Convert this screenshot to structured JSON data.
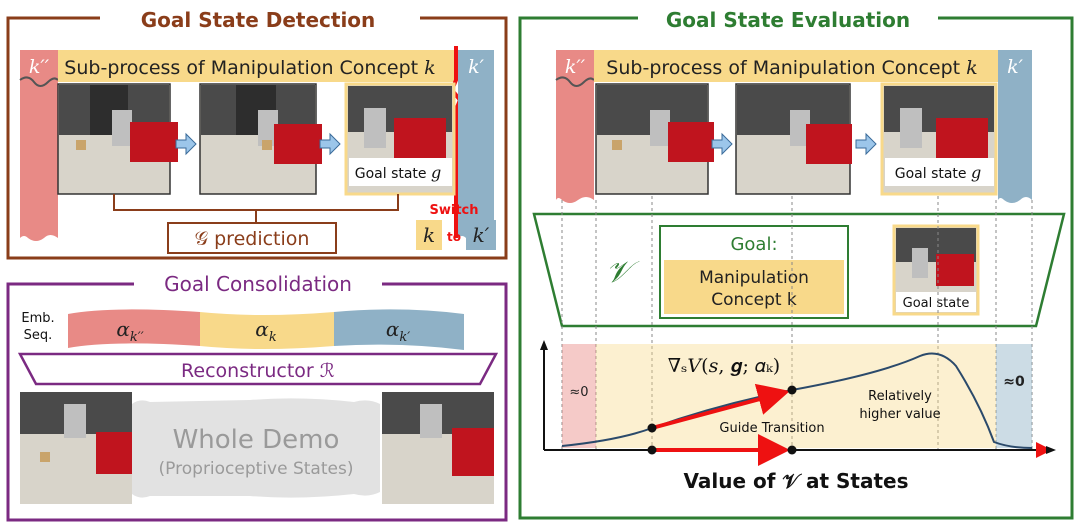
{
  "goal_state_detection": {
    "title": "Goal State Detection",
    "prev_concept": "k′′",
    "subprocess_label": "Sub-process of Manipulation Concept",
    "concept_symbol": "k",
    "next_concept": "k′",
    "goal_state_label": "Goal state",
    "goal_symbol": "g",
    "prediction_label": "𝒢 prediction",
    "switch_label": "Switch",
    "switch_from": "k",
    "switch_to_word": "to",
    "switch_to": "k′"
  },
  "goal_consolidation": {
    "title": "Goal Consolidation",
    "emb_label_line1": "Emb.",
    "emb_label_line2": "Seq.",
    "alpha_prev": "α",
    "alpha_prev_sub": "k′′",
    "alpha_cur": "α",
    "alpha_cur_sub": "k",
    "alpha_next": "α",
    "alpha_next_sub": "k′",
    "reconstructor_label": "Reconstructor ℛ",
    "whole_demo": "Whole Demo",
    "proprio": "(Proprioceptive States)"
  },
  "goal_state_evaluation": {
    "title": "Goal State Evaluation",
    "prev_concept": "k′′",
    "subprocess_label": "Sub-process of Manipulation Concept",
    "concept_symbol": "k",
    "next_concept": "k′",
    "goal_state_label": "Goal state",
    "goal_symbol": "g",
    "v_symbol": "𝒱",
    "goal_heading": "Goal:",
    "goal_concept_line1": "Manipulation",
    "goal_concept_line2": "Concept k",
    "goal_state_small": "Goal state",
    "left_zero": "≈0",
    "right_zero": "≈0",
    "gradient_label": "∇ₛ𝑉(𝑠, 𝒈; 𝛼ₖ)",
    "relative_line1": "Relatively",
    "relative_line2": "higher value",
    "guide_label": "Guide Transition",
    "axis_caption": "Value of 𝒱 at States"
  },
  "colors": {
    "detection_frame": "#8a3d1a",
    "consolidation_frame": "#7b2a82",
    "evaluation_frame": "#2e7d32",
    "red_band": "#e88a86",
    "yellow_band": "#f8d98a",
    "blue_band": "#8fb1c6",
    "arrow_red": "#ee1111"
  }
}
